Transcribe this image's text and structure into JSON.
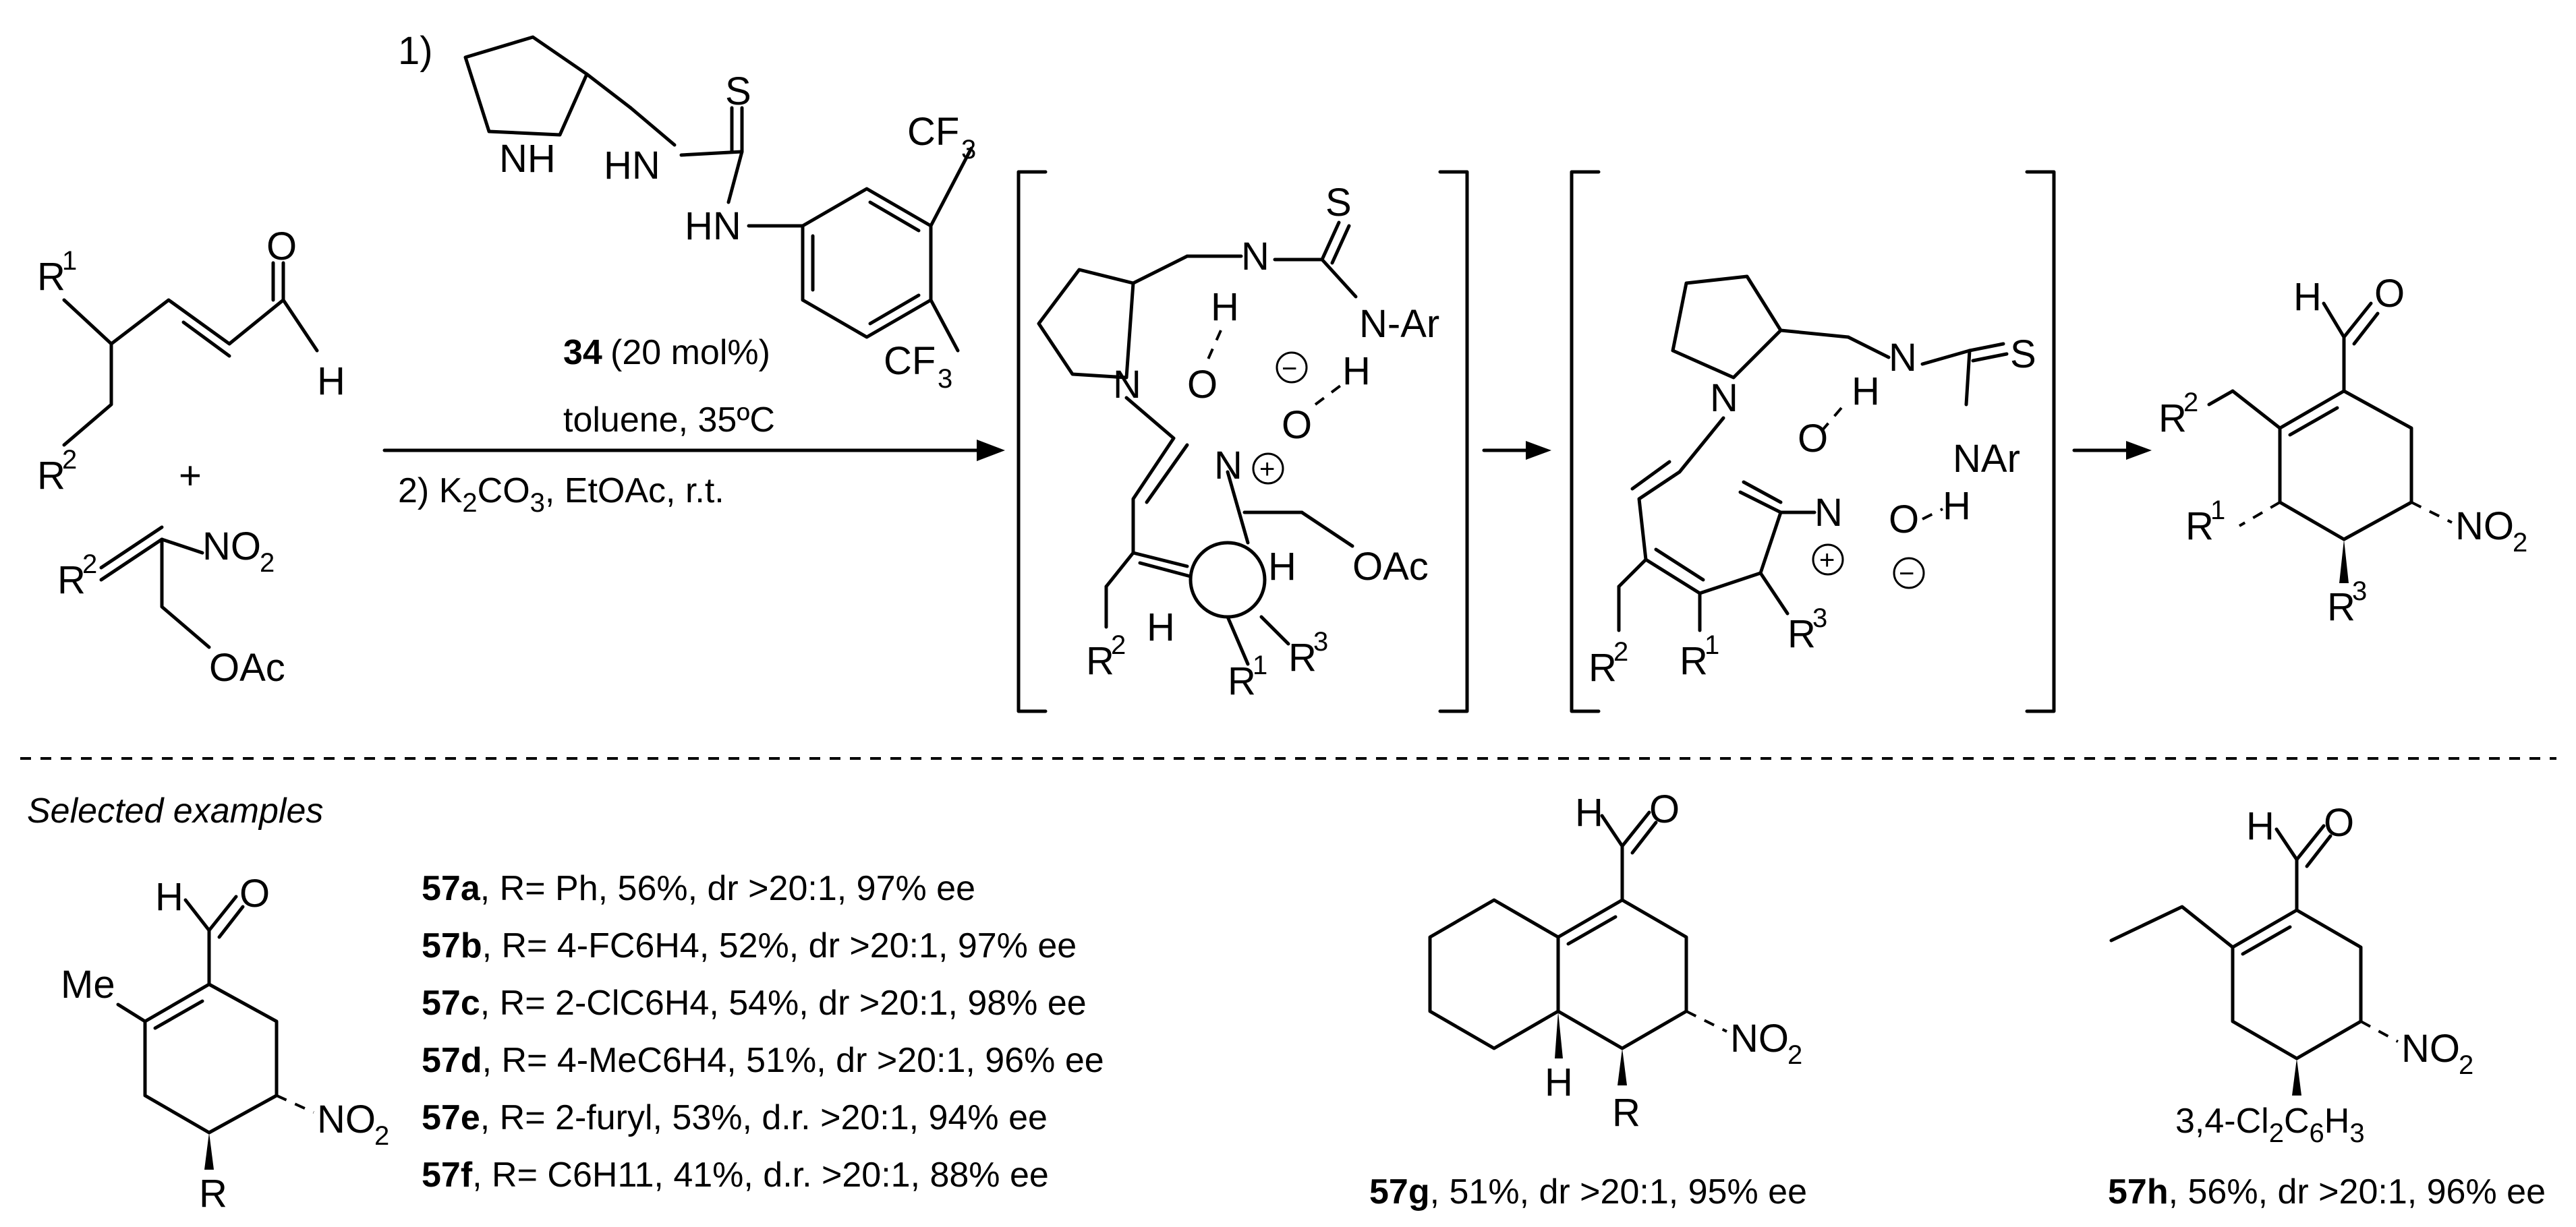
{
  "reaction": {
    "step1_number": "1)",
    "step2_number": "2)",
    "catalyst_label": "34",
    "catalyst_loading": " (20 mol%)",
    "solvent_temp": "toluene, 35ºC",
    "step2_conditions_prefix": "K",
    "step2_conditions_suffix": "CO",
    "step2_sub_a": "2",
    "step2_sub_b": "3",
    "step2_conditions_end": ", EtOAc, r.t.",
    "plus": "+"
  },
  "atoms": {
    "R1": "R",
    "R2": "R",
    "R3": "R",
    "sup1": "1",
    "sup2": "2",
    "sup3": "3",
    "O": "O",
    "H": "H",
    "N": "N",
    "NH": "NH",
    "HN": "HN",
    "S": "S",
    "CF3": "CF",
    "CF3_sub": "3",
    "NO2": "NO",
    "NO2_sub": "2",
    "OAc": "OAc",
    "Ar": "N-Ar",
    "NAr": "NAr",
    "plus_charge": "+",
    "minus_charge": "−",
    "Me": "Me",
    "R": "R",
    "Ndot": "N",
    "dichloro": "3,4-Cl",
    "dichloro_sub1": "2",
    "dichloro_mid": "C",
    "dichloro_sub2": "6",
    "dichloro_end": "H",
    "dichloro_sub3": "3"
  },
  "section": {
    "selected_examples": "Selected examples"
  },
  "examples": [
    {
      "id": "57a",
      "text": ", R= Ph, 56%, dr >20:1, 97% ee"
    },
    {
      "id": "57b",
      "text": ", R= 4-FC6H4, 52%, dr >20:1, 97% ee"
    },
    {
      "id": "57c",
      "text": ", R= 2-ClC6H4, 54%, dr >20:1, 98% ee"
    },
    {
      "id": "57d",
      "text": ", R= 4-MeC6H4, 51%, dr >20:1, 96% ee"
    },
    {
      "id": "57e",
      "text": ", R= 2-furyl, 53%, d.r. >20:1, 94% ee"
    },
    {
      "id": "57f",
      "text": ", R= C6H11, 41%, d.r. >20:1, 88% ee"
    }
  ],
  "extra_examples": [
    {
      "id": "57g",
      "text": ", 51%, dr >20:1, 95% ee"
    },
    {
      "id": "57h",
      "text": ", 56%, dr >20:1, 96% ee"
    }
  ]
}
